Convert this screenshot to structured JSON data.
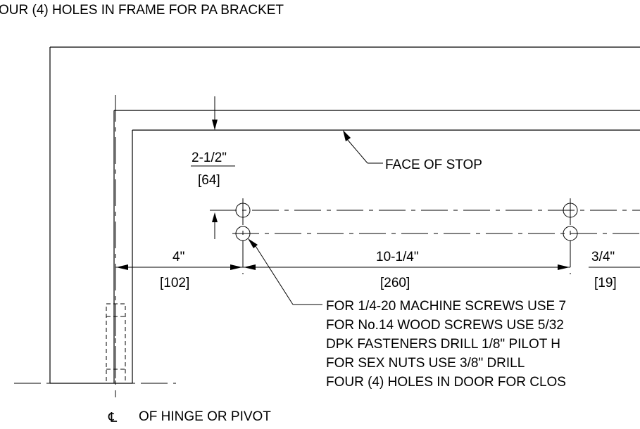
{
  "header_note": "OUR (4) HOLES IN FRAME FOR PA BRACKET",
  "labels": {
    "face_of_stop": "FACE OF STOP",
    "centerline_symbol": "℄",
    "hinge_pivot": "OF HINGE OR PIVOT"
  },
  "dimensions": {
    "stop_depth": {
      "imperial": "2-1/2\"",
      "metric": "[64]"
    },
    "hinge_offset": {
      "imperial": "4\"",
      "metric": "[102]"
    },
    "hole_spacing": {
      "imperial": "10-1/4\"",
      "metric": "[260]"
    },
    "edge_offset": {
      "imperial": "3/4\"",
      "metric": "[19]"
    }
  },
  "notes": [
    "FOR 1/4-20 MACHINE SCREWS USE 7",
    "FOR No.14 WOOD SCREWS USE 5/32",
    "DPK FASTENERS DRILL 1/8\" PILOT H",
    "FOR SEX NUTS USE 3/8\" DRILL",
    "FOUR (4) HOLES IN DOOR FOR CLOS"
  ]
}
